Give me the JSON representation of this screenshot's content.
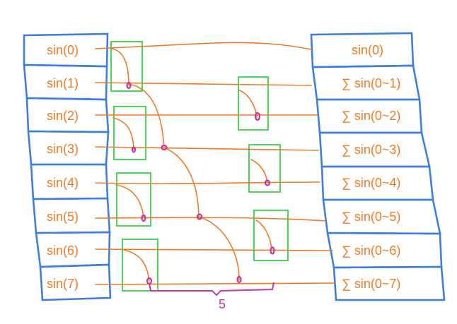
{
  "diagram": {
    "inputs": [
      "sin(0)",
      "sin(1)",
      "sin(2)",
      "sin(3)",
      "sin(4)",
      "sin(5)",
      "sin(6)",
      "sin(7)"
    ],
    "outputs": [
      "sin(0)",
      "∑ sin(0~1)",
      "∑ sin(0~2)",
      "∑ sin(0~3)",
      "∑ sin(0~4)",
      "∑ sin(0~5)",
      "∑ sin(0~6)",
      "∑ sin(0~7)"
    ],
    "brace_label": "5"
  },
  "colors": {
    "box_stroke": "#3f7fdc",
    "wire": "#f07a22",
    "text": "#f07a22",
    "adder_box": "#39d24a",
    "node": "#c43aa5"
  }
}
